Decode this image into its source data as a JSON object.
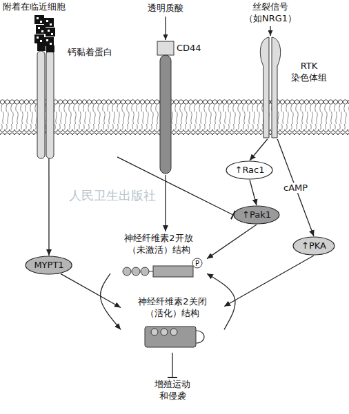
{
  "diagram": {
    "nodes": [
      {
        "text": [
          "钙黏着蛋白"
        ]
      },
      {
        "text": [
          "CD44"
        ]
      },
      {
        "text": [
          "RTK 染色体组"
        ]
      },
      {
        "text": [
          "↑Rac1"
        ]
      },
      {
        "text": [
          "↑Pak1"
        ]
      },
      {
        "text": [
          "↑PKA"
        ]
      },
      {
        "text": [
          "MYPT1"
        ]
      },
      {
        "text": [
          "神经纤维素2开放 （未激活）结构"
        ]
      },
      {
        "text": [
          "神经纤维素2关闭 （活化）结构"
        ]
      },
      {
        "text": [
          "增殖运动 和侵袭"
        ]
      }
    ],
    "edges": [
      {
        "from": 0,
        "to": 6,
        "arrow": "to"
      },
      {
        "from": 0,
        "to": 4,
        "arrow": "to"
      },
      {
        "from": 1,
        "to": 7,
        "arrow": "to"
      },
      {
        "from": 2,
        "to": 3,
        "arrow": "to"
      },
      {
        "from": 2,
        "to": 5,
        "label": "cAMP",
        "arrow": "to"
      },
      {
        "from": 3,
        "to": 4,
        "arrow": "to"
      },
      {
        "from": 4,
        "to": 7,
        "arrow": "to"
      },
      {
        "from": 5,
        "to": 8,
        "arrow": "to"
      },
      {
        "from": 6,
        "to": 8,
        "arrow": "to"
      },
      {
        "from": 7,
        "to": 8,
        "arrow": "to"
      },
      {
        "from": 8,
        "to": 7,
        "arrow": "to"
      },
      {
        "from": 8,
        "to": 9,
        "arrow": "to"
      }
    ],
    "labels": [
      "附着在临近细胞",
      "透明质酸",
      "丝裂信号 （如NRG1）",
      "P",
      "人民卫生出版社"
    ]
  }
}
